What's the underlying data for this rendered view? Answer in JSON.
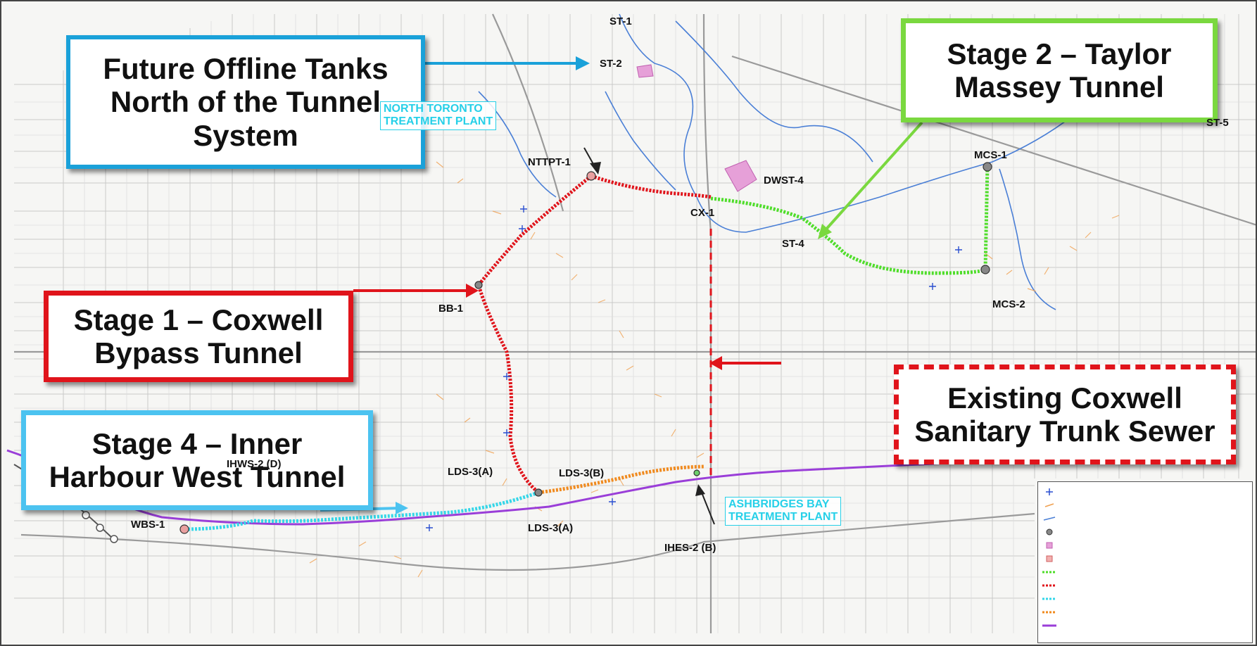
{
  "callouts": {
    "future": [
      "Future Offline Tanks",
      "North of the Tunnel",
      "System"
    ],
    "stage2": [
      "Stage 2 – Taylor",
      "Massey Tunnel"
    ],
    "stage1": [
      "Stage 1 – Coxwell",
      "Bypass Tunnel"
    ],
    "existing": [
      "Existing Coxwell",
      "Sanitary Trunk Sewer"
    ],
    "stage4": [
      "Stage 4 – Inner",
      "Harbour West Tunnel"
    ]
  },
  "points": {
    "st1": "ST-1",
    "st2": "ST-2",
    "st5": "ST-5",
    "mcs1": "MCS-1",
    "mcs2": "MCS-2",
    "dwst4": "DWST-4",
    "nttpt1": "NTTPT-1",
    "cx1": "CX-1",
    "st4": "ST-4",
    "bb1": "BB-1",
    "ihws2": "IHWS-2 (D)",
    "lds3a_alt": "LDS-3(A)",
    "lds3b": "LDS-3(B)",
    "lds3a": "LDS-3(A)",
    "wbs1": "WBS-1",
    "ihes2": "IHES-2 (B)"
  },
  "plants": {
    "north": [
      "NORTH TORONTO",
      "TREATMENT PLANT"
    ],
    "ashbridges": [
      "ASHBRIDGES BAY",
      "TREATMENT PLANT"
    ]
  },
  "colors": {
    "stage1": "#e0141b",
    "stage2": "#4fdd2a",
    "stage4": "#34d6e8",
    "orange_tunnel": "#f08a1e",
    "filtered_water": "#9a3ed8",
    "river": "#4a7fd6",
    "callout_blue": "#1aa1d9",
    "callout_light_blue": "#4cc3f0"
  }
}
